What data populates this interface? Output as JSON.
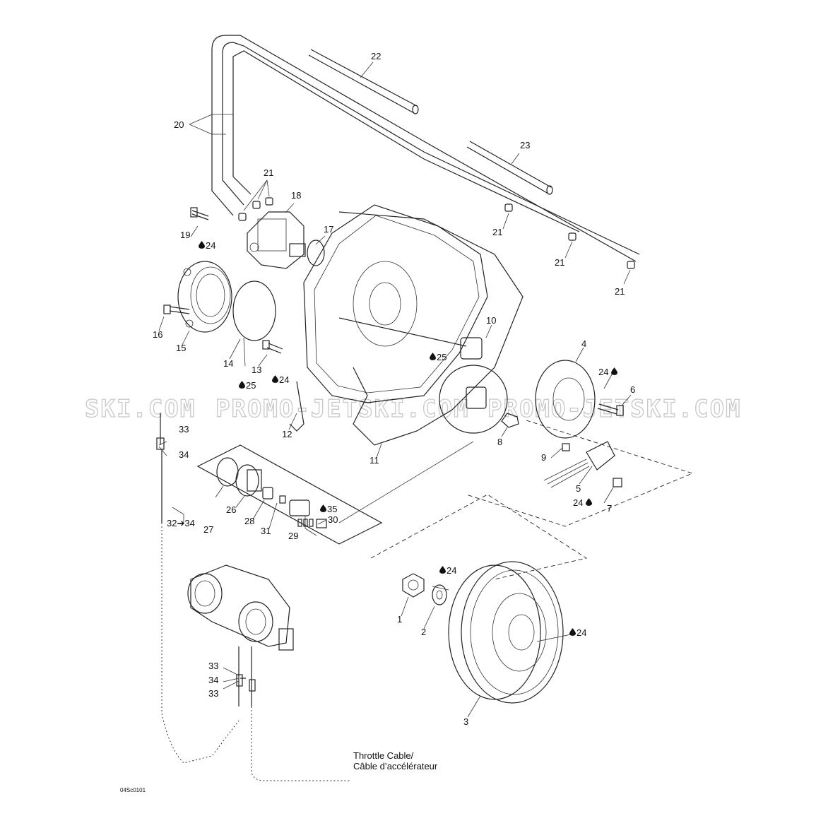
{
  "watermark": "PROMO-JETSKI.COM",
  "watermark_left_fragment": "SKI.COM",
  "watermark_mid": "PROMO-JETSKI.COM",
  "watermark_right_fragment": "PROMO-JETSKI.COM",
  "drop_icon": "oil-drop-icon",
  "callouts": {
    "c1": "1",
    "c2": "2",
    "c3": "3",
    "c4": "4",
    "c5": "5",
    "c6": "6",
    "c7": "7",
    "c8": "8",
    "c9": "9",
    "c10": "10",
    "c11": "11",
    "c12": "12",
    "c13": "13",
    "c14": "14",
    "c15": "15",
    "c16": "16",
    "c17": "17",
    "c18": "18",
    "c19": "19",
    "c20": "20",
    "c21": "21",
    "c22": "22",
    "c23": "23",
    "c24": "24",
    "c25": "25",
    "c26": "26",
    "c27": "27",
    "c28": "28",
    "c29": "29",
    "c30": "30",
    "c31": "31",
    "c33": "33",
    "c34": "34",
    "c35": "35",
    "c32to34": "32➔34"
  },
  "caption_line1": "Throttle Cable/",
  "caption_line2": "Câble d’accélérateur",
  "drawing_code": "04Sc0101"
}
